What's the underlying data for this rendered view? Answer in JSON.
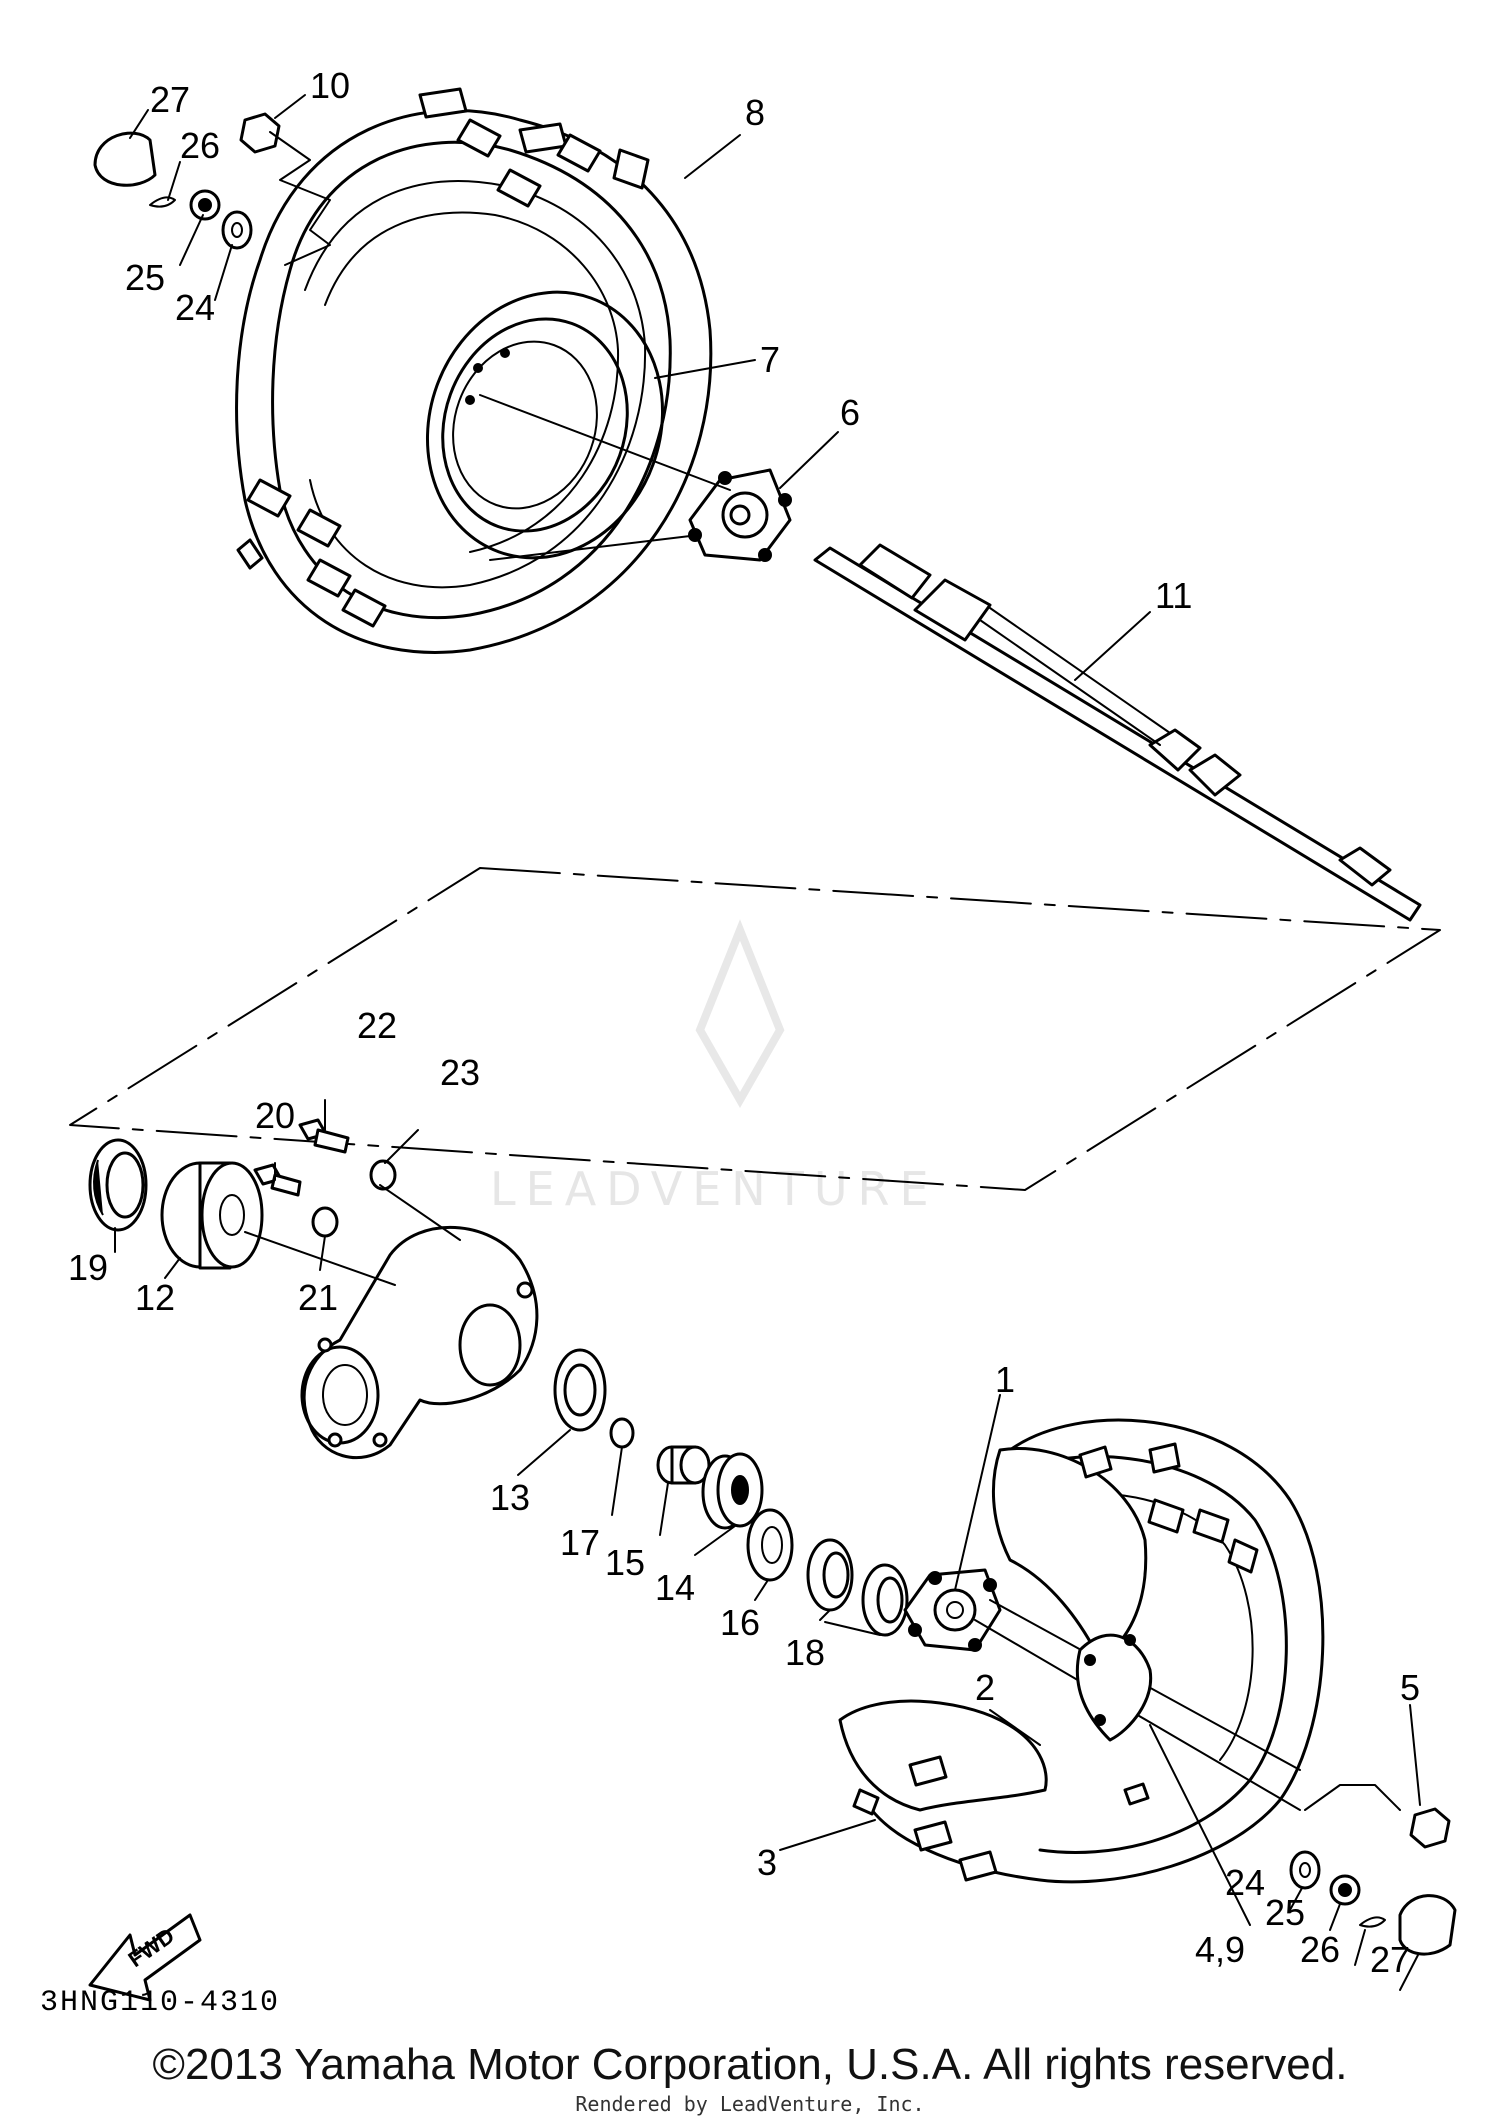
{
  "diagram": {
    "doc_code": "3HNG110-4310",
    "copyright": "©2013 Yamaha Motor Corporation, U.S.A. All rights reserved.",
    "rendered_by": "Rendered by LeadVenture, Inc.",
    "watermark": "LEADVENTURE",
    "fwd_label": "FWD",
    "callouts": {
      "c1": "1",
      "c2": "2",
      "c3": "3",
      "c4_9": "4,9",
      "c5": "5",
      "c6": "6",
      "c7": "7",
      "c8": "8",
      "c10": "10",
      "c11": "11",
      "c12": "12",
      "c13": "13",
      "c14": "14",
      "c15": "15",
      "c16": "16",
      "c17": "17",
      "c18": "18",
      "c19": "19",
      "c20": "20",
      "c21": "21",
      "c22": "22",
      "c23": "23",
      "c24_top": "24",
      "c25_top": "25",
      "c26_top": "26",
      "c27_top": "27",
      "c24_bot": "24",
      "c25_bot": "25",
      "c26_bot": "26",
      "c27_bot": "27"
    }
  }
}
